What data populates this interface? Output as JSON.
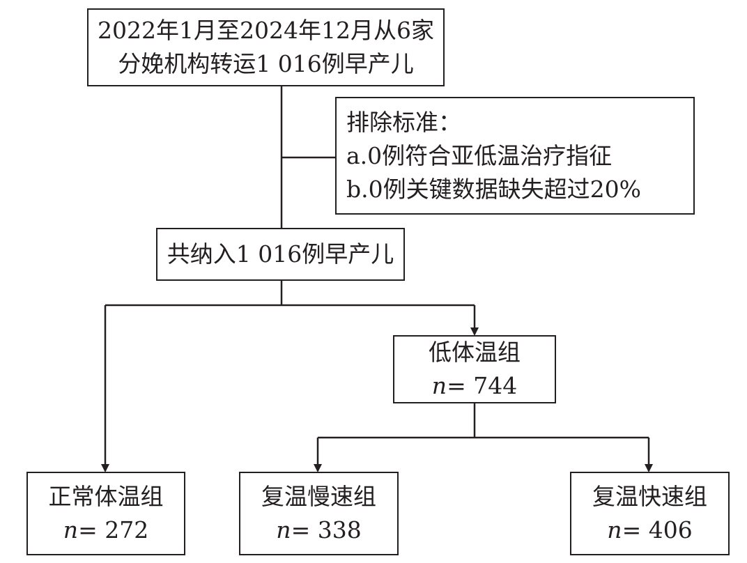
{
  "boxes": {
    "source": {
      "line1": "2022年1月至2024年12月从6家",
      "line2": "分娩机构转运1 016例早产儿"
    },
    "exclusion": {
      "title": "排除标准：",
      "item_a": "a.0例符合亚低温治疗指征",
      "item_b": "b.0例关键数据缺失超过20%"
    },
    "included": {
      "label": "共纳入1 016例早产儿"
    },
    "hypothermia": {
      "label": "低体温组",
      "n_prefix": "n",
      "n_value": "= 744"
    },
    "normal": {
      "label": "正常体温组",
      "n_prefix": "n",
      "n_value": "= 272"
    },
    "slow": {
      "label": "复温慢速组",
      "n_prefix": "n",
      "n_value": "= 338"
    },
    "fast": {
      "label": "复温快速组",
      "n_prefix": "n",
      "n_value": "= 406"
    }
  },
  "colors": {
    "stroke": "#231f20",
    "background": "#ffffff"
  }
}
